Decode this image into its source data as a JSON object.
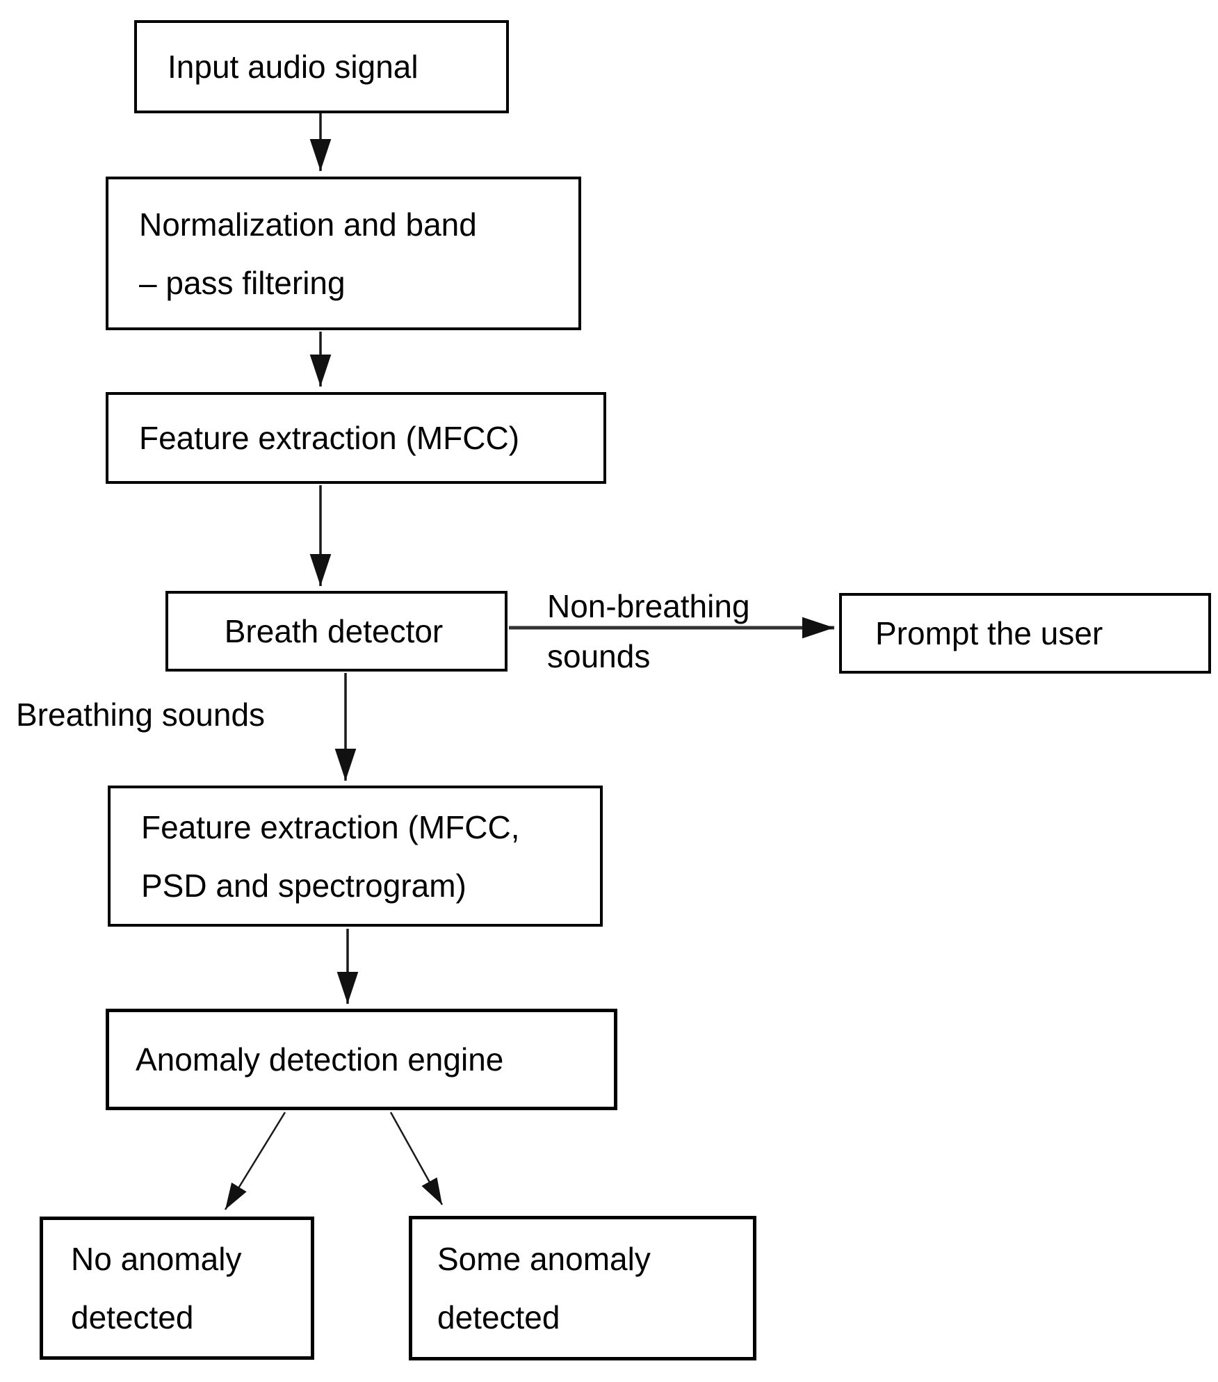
{
  "diagram": {
    "type": "flowchart",
    "background": "#ffffff",
    "colors": {
      "box_border": "#000000",
      "text": "#000000",
      "arrow": "#1a1a1a"
    },
    "nodes": {
      "input_audio": {
        "label": "Input audio signal"
      },
      "normalization": {
        "line1": "Normalization and band",
        "line2": "– pass filtering"
      },
      "feature_mfcc": {
        "label": "Feature extraction (MFCC)"
      },
      "breath_detector": {
        "label": "Breath detector"
      },
      "prompt_user": {
        "label": "Prompt the user"
      },
      "feature_full": {
        "line1": "Feature extraction (MFCC,",
        "line2": "PSD and spectrogram)"
      },
      "anomaly_engine": {
        "label": "Anomaly detection engine"
      },
      "no_anomaly": {
        "line1": "No anomaly",
        "line2": "detected"
      },
      "some_anomaly": {
        "line1": "Some anomaly",
        "line2": "detected"
      }
    },
    "edge_labels": {
      "non_breathing": {
        "line1": "Non-breathing",
        "line2": "sounds"
      },
      "breathing": {
        "label": "Breathing sounds"
      }
    },
    "edges": [
      {
        "from": "input_audio",
        "to": "normalization",
        "label": ""
      },
      {
        "from": "normalization",
        "to": "feature_mfcc",
        "label": ""
      },
      {
        "from": "feature_mfcc",
        "to": "breath_detector",
        "label": ""
      },
      {
        "from": "breath_detector",
        "to": "prompt_user",
        "label": "Non-breathing sounds"
      },
      {
        "from": "breath_detector",
        "to": "feature_full",
        "label": "Breathing sounds"
      },
      {
        "from": "feature_full",
        "to": "anomaly_engine",
        "label": ""
      },
      {
        "from": "anomaly_engine",
        "to": "no_anomaly",
        "label": ""
      },
      {
        "from": "anomaly_engine",
        "to": "some_anomaly",
        "label": ""
      }
    ]
  }
}
